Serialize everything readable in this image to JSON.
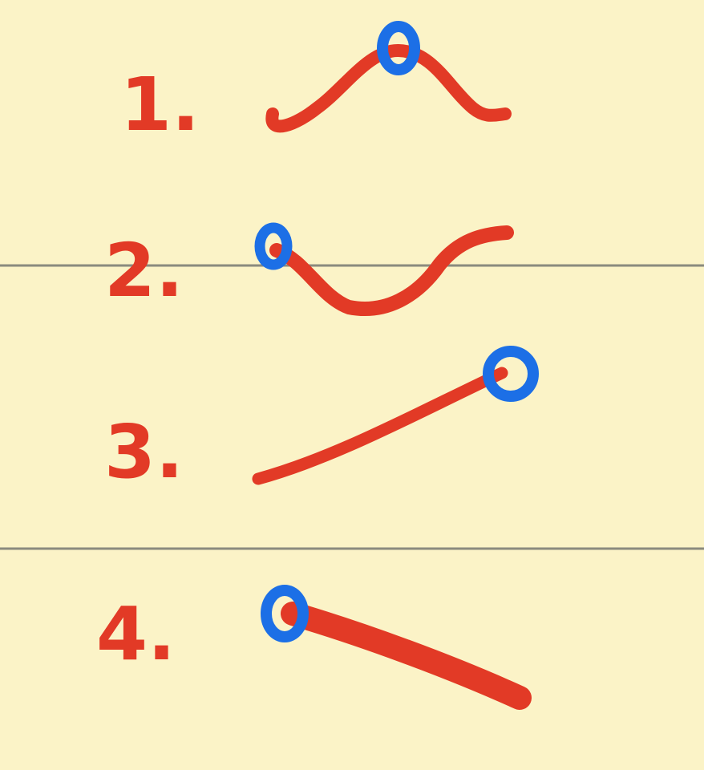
{
  "page": {
    "background": "#fbf3c7",
    "ink_red": "#e23a26",
    "ink_blue": "#1c6fe6",
    "rule_color": "#8a8a7e"
  },
  "items": [
    {
      "label": "1.",
      "curve": "hill",
      "marker": "top"
    },
    {
      "label": "2.",
      "curve": "valley",
      "marker": "left-end"
    },
    {
      "label": "3.",
      "curve": "rising-line",
      "marker": "right-end"
    },
    {
      "label": "4.",
      "curve": "falling-line",
      "marker": "left-end"
    }
  ]
}
